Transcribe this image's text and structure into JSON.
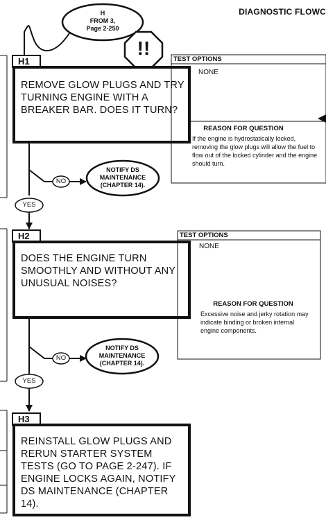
{
  "header": {
    "title": "DIAGNOSTIC FLOWC"
  },
  "start": {
    "line1": "H",
    "line2": "FROM 3,",
    "line3": "Page 2-250"
  },
  "warning": {
    "symbol": "!!"
  },
  "steps": [
    {
      "label": "H1",
      "question": "REMOVE GLOW PLUGS AND TRY TURNING ENGINE WITH A BREAKER BAR.  DOES IT TURN?",
      "test_options_title": "TEST OPTIONS",
      "test_options_value": "NONE",
      "reason_title": "REASON FOR QUESTION",
      "reason_text": "If the engine is hydrostatically locked, removing the glow plugs will allow the fuel to flow out of the locked cylinder and the engine should turn.",
      "no_label": "NO",
      "notify_line1": "NOTIFY DS",
      "notify_line2": "MAINTENANCE",
      "notify_line3": "(CHAPTER 14).",
      "yes_label": "YES"
    },
    {
      "label": "H2",
      "question": "DOES THE ENGINE TURN SMOOTHLY AND WITHOUT ANY UNUSUAL NOISES?",
      "test_options_title": "TEST OPTIONS",
      "test_options_value": "NONE",
      "reason_title": "REASON FOR QUESTION",
      "reason_text": "Excessive noise and jerky rotation may indicate binding or broken internal engine components.",
      "no_label": "NO",
      "notify_line1": "NOTIFY DS",
      "notify_line2": "MAINTENANCE",
      "notify_line3": "(CHAPTER 14).",
      "yes_label": "YES"
    },
    {
      "label": "H3",
      "instruction": "REINSTALL GLOW PLUGS AND RERUN STARTER SYSTEM TESTS (GO TO PAGE 2-247). IF ENGINE LOCKS AGAIN, NOTIFY DS MAINTENANCE (CHAPTER 14)."
    }
  ]
}
